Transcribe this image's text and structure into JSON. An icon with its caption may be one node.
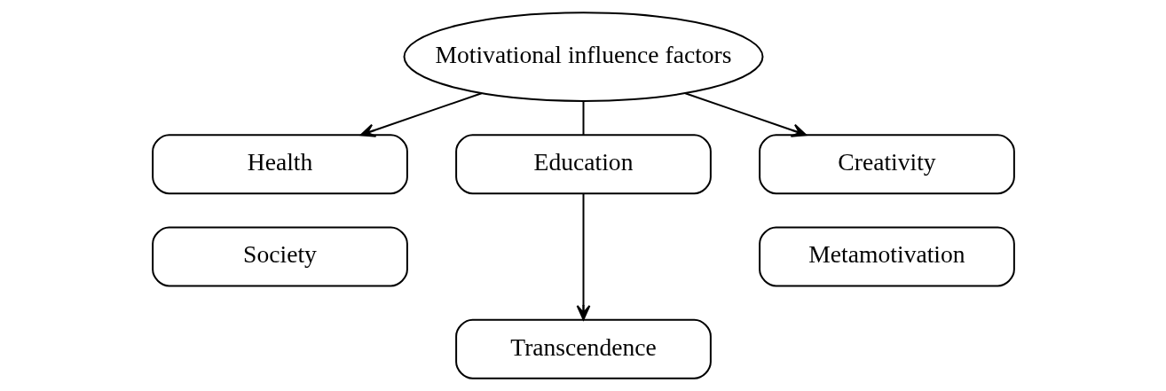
{
  "diagram": {
    "nodes": [
      {
        "text": [
          "Motivational influence factors"
        ]
      },
      {
        "text": [
          "Health"
        ]
      },
      {
        "text": [
          "Education"
        ]
      },
      {
        "text": [
          "Creativity"
        ]
      },
      {
        "text": [
          "Society"
        ]
      },
      {
        "text": [
          "Metamotivation"
        ]
      },
      {
        "text": [
          "Transcendence"
        ]
      }
    ],
    "edges": [
      {
        "from": 0,
        "to": 1,
        "arrow": "to"
      },
      {
        "from": 0,
        "to": 2,
        "arrow": "none"
      },
      {
        "from": 0,
        "to": 3,
        "arrow": "to"
      },
      {
        "from": 2,
        "to": 6,
        "arrow": "to"
      }
    ]
  }
}
